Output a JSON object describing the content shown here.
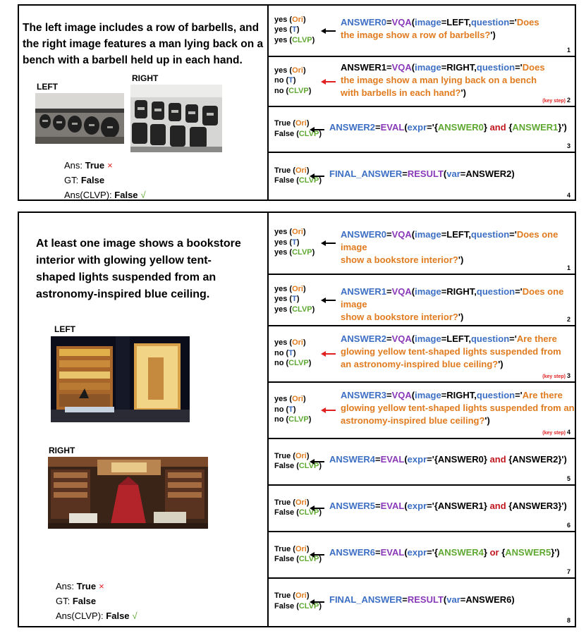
{
  "colors": {
    "ori": "#e07b1f",
    "t": "#3566b8",
    "clvp": "#5fa832",
    "variable": "#3d6fc4",
    "function": "#8a3ab9",
    "string": "#e07b1f",
    "operator": "#c0181e",
    "key_arrow": "#e02020"
  },
  "panel1": {
    "claim": "The left image includes a row of barbells, and the right image features a man lying back on a bench with a barbell held up in each hand.",
    "left_label": "LEFT",
    "right_label": "RIGHT",
    "result": {
      "ans_prefix": "Ans: ",
      "ans_value": "True",
      "ans_mark": "×",
      "gt_prefix": "GT: ",
      "gt_value": "False",
      "clvp_prefix": "Ans(CLVP): ",
      "clvp_value": "False",
      "clvp_mark": "√"
    },
    "steps": [
      {
        "number": "1",
        "key": false,
        "status": [
          [
            "yes ",
            "Ori",
            "ori"
          ],
          [
            "yes ",
            "T",
            "t"
          ],
          [
            "yes ",
            "CLVP",
            "clvp"
          ]
        ]
      },
      {
        "number": "2",
        "key": true,
        "key_label": "(key step)",
        "status": [
          [
            "yes ",
            "Ori",
            "ori"
          ],
          [
            "no ",
            "T",
            "t"
          ],
          [
            "no ",
            "CLVP",
            "clvp"
          ]
        ]
      },
      {
        "number": "3",
        "key": false,
        "status": [
          [
            "True ",
            "Ori",
            "ori"
          ],
          [
            "False ",
            "CLVP",
            "clvp"
          ]
        ]
      },
      {
        "number": "4",
        "key": false,
        "status": [
          [
            "True ",
            "Ori",
            "ori"
          ],
          [
            "False ",
            "CLVP",
            "clvp"
          ]
        ]
      }
    ]
  },
  "panel2": {
    "claim": "At least one image shows a bookstore interior with glowing yellow tent-shaped lights suspended from an astronomy-inspired blue ceiling.",
    "left_label": "LEFT",
    "right_label": "RIGHT",
    "result": {
      "ans_prefix": "Ans: ",
      "ans_value": "True",
      "ans_mark": "×",
      "gt_prefix": "GT: ",
      "gt_value": "False",
      "clvp_prefix": "Ans(CLVP): ",
      "clvp_value": "False",
      "clvp_mark": "√"
    },
    "steps": [
      {
        "number": "1",
        "key": false,
        "status": [
          [
            "yes ",
            "Ori",
            "ori"
          ],
          [
            "yes ",
            "T",
            "t"
          ],
          [
            "yes ",
            "CLVP",
            "clvp"
          ]
        ]
      },
      {
        "number": "2",
        "key": false,
        "status": [
          [
            "yes ",
            "Ori",
            "ori"
          ],
          [
            "yes ",
            "T",
            "t"
          ],
          [
            "yes ",
            "CLVP",
            "clvp"
          ]
        ]
      },
      {
        "number": "3",
        "key": true,
        "key_label": "(key step)",
        "status": [
          [
            "yes ",
            "Ori",
            "ori"
          ],
          [
            "no ",
            "T",
            "t"
          ],
          [
            "no ",
            "CLVP",
            "clvp"
          ]
        ]
      },
      {
        "number": "4",
        "key": true,
        "key_label": "(key step)",
        "status": [
          [
            "yes ",
            "Ori",
            "ori"
          ],
          [
            "no ",
            "T",
            "t"
          ],
          [
            "no ",
            "CLVP",
            "clvp"
          ]
        ]
      },
      {
        "number": "5",
        "key": false,
        "status": [
          [
            "True ",
            "Ori",
            "ori"
          ],
          [
            "False ",
            "CLVP",
            "clvp"
          ]
        ]
      },
      {
        "number": "6",
        "key": false,
        "status": [
          [
            "True ",
            "Ori",
            "ori"
          ],
          [
            "False ",
            "CLVP",
            "clvp"
          ]
        ]
      },
      {
        "number": "7",
        "key": false,
        "status": [
          [
            "True ",
            "Ori",
            "ori"
          ],
          [
            "False ",
            "CLVP",
            "clvp"
          ]
        ]
      },
      {
        "number": "8",
        "key": false,
        "status": [
          [
            "True ",
            "Ori",
            "ori"
          ],
          [
            "False ",
            "CLVP",
            "clvp"
          ]
        ]
      }
    ]
  },
  "code": {
    "p1s1": {
      "line1": [
        [
          "ANSWER0",
          "var"
        ],
        [
          "=",
          "plain"
        ],
        [
          "VQA",
          "fn"
        ],
        [
          "(",
          "plain"
        ],
        [
          "image",
          "var"
        ],
        [
          "=LEFT,",
          "plain"
        ],
        [
          "question",
          "var"
        ],
        [
          "='",
          "plain"
        ],
        [
          "Does",
          "str"
        ]
      ],
      "line2": [
        [
          "the image show a row of barbells?",
          "str"
        ],
        [
          "')",
          "plain"
        ]
      ]
    },
    "p1s2": {
      "line1": [
        [
          "ANSWER1=",
          "plain"
        ],
        [
          "VQA",
          "fn"
        ],
        [
          "(",
          "plain"
        ],
        [
          "image",
          "var"
        ],
        [
          "=RIGHT,",
          "plain"
        ],
        [
          "question",
          "var"
        ],
        [
          "='",
          "plain"
        ],
        [
          "Does",
          "str"
        ]
      ],
      "line2": [
        [
          "the image show a man lying back on a bench",
          "str"
        ]
      ],
      "line3": [
        [
          "with barbells in each hand?",
          "str"
        ],
        [
          "')",
          "plain"
        ]
      ]
    },
    "p1s3": {
      "line1": [
        [
          "ANSWER2",
          "var"
        ],
        [
          "=",
          "plain"
        ],
        [
          "EVAL",
          "fn"
        ],
        [
          "(",
          "plain"
        ],
        [
          "expr",
          "var"
        ],
        [
          "='{",
          "plain"
        ],
        [
          "ANSWER0",
          "green"
        ],
        [
          "} ",
          "plain"
        ],
        [
          "and",
          "op"
        ],
        [
          " {",
          "plain"
        ],
        [
          "ANSWER1",
          "green"
        ],
        [
          "}')",
          "plain"
        ]
      ]
    },
    "p1s4": {
      "line1": [
        [
          "FINAL_ANSWER",
          "var"
        ],
        [
          "=",
          "plain"
        ],
        [
          "RESULT",
          "fn"
        ],
        [
          "(",
          "plain"
        ],
        [
          "var",
          "var"
        ],
        [
          "=ANSWER2)",
          "plain"
        ]
      ]
    },
    "p2s1": {
      "line1": [
        [
          "ANSWER0",
          "var"
        ],
        [
          "=",
          "plain"
        ],
        [
          "VQA",
          "fn"
        ],
        [
          "(",
          "plain"
        ],
        [
          "image",
          "var"
        ],
        [
          "=LEFT,",
          "plain"
        ],
        [
          "question",
          "var"
        ],
        [
          "='",
          "plain"
        ],
        [
          "Does one image",
          "str"
        ]
      ],
      "line2": [
        [
          "show a bookstore interior?",
          "str"
        ],
        [
          "')",
          "plain"
        ]
      ]
    },
    "p2s2": {
      "line1": [
        [
          "ANSWER1",
          "var"
        ],
        [
          "=",
          "plain"
        ],
        [
          "VQA",
          "fn"
        ],
        [
          "(",
          "plain"
        ],
        [
          "image",
          "var"
        ],
        [
          "=RIGHT,",
          "plain"
        ],
        [
          "question",
          "var"
        ],
        [
          "='",
          "plain"
        ],
        [
          "Does one image",
          "str"
        ]
      ],
      "line2": [
        [
          "show a bookstore interior?",
          "str"
        ],
        [
          "')",
          "plain"
        ]
      ]
    },
    "p2s3": {
      "line1": [
        [
          "ANSWER2",
          "var"
        ],
        [
          "=",
          "plain"
        ],
        [
          "VQA",
          "fn"
        ],
        [
          "(",
          "plain"
        ],
        [
          "image",
          "var"
        ],
        [
          "=LEFT,",
          "plain"
        ],
        [
          "question",
          "var"
        ],
        [
          "='",
          "plain"
        ],
        [
          "Are there",
          "str"
        ]
      ],
      "line2": [
        [
          "glowing yellow tent-shaped lights suspended from",
          "str"
        ]
      ],
      "line3": [
        [
          "an astronomy-inspired blue ceiling?",
          "str"
        ],
        [
          "')",
          "plain"
        ]
      ]
    },
    "p2s4": {
      "line1": [
        [
          "ANSWER3",
          "var"
        ],
        [
          "=",
          "plain"
        ],
        [
          "VQA",
          "fn"
        ],
        [
          "(",
          "plain"
        ],
        [
          "image",
          "var"
        ],
        [
          "=RIGHT,",
          "plain"
        ],
        [
          "question",
          "var"
        ],
        [
          "='",
          "plain"
        ],
        [
          "Are there",
          "str"
        ]
      ],
      "line2": [
        [
          "glowing yellow tent-shaped lights suspended from an",
          "str"
        ]
      ],
      "line3": [
        [
          "astronomy-inspired blue ceiling?",
          "str"
        ],
        [
          "')",
          "plain"
        ]
      ]
    },
    "p2s5": {
      "line1": [
        [
          "ANSWER4",
          "var"
        ],
        [
          "=",
          "plain"
        ],
        [
          "EVAL",
          "fn"
        ],
        [
          "(",
          "plain"
        ],
        [
          "expr",
          "var"
        ],
        [
          "='{ANSWER0} ",
          "plain"
        ],
        [
          "and",
          "op"
        ],
        [
          " {ANSWER2}')",
          "plain"
        ]
      ]
    },
    "p2s6": {
      "line1": [
        [
          "ANSWER5",
          "var"
        ],
        [
          "=",
          "plain"
        ],
        [
          "EVAL",
          "fn"
        ],
        [
          "(",
          "plain"
        ],
        [
          "expr",
          "var"
        ],
        [
          "='{ANSWER1} ",
          "plain"
        ],
        [
          "and",
          "op"
        ],
        [
          " {ANSWER3}')",
          "plain"
        ]
      ]
    },
    "p2s7": {
      "line1": [
        [
          "ANSWER6",
          "var"
        ],
        [
          "=",
          "plain"
        ],
        [
          "EVAL",
          "fn"
        ],
        [
          "(",
          "plain"
        ],
        [
          "expr",
          "var"
        ],
        [
          "='{",
          "plain"
        ],
        [
          "ANSWER4",
          "green"
        ],
        [
          "} ",
          "plain"
        ],
        [
          "or",
          "op"
        ],
        [
          " {",
          "plain"
        ],
        [
          "ANSWER5",
          "green"
        ],
        [
          "}')",
          "plain"
        ]
      ]
    },
    "p2s8": {
      "line1": [
        [
          "FINAL_ANSWER",
          "var"
        ],
        [
          "=",
          "plain"
        ],
        [
          "RESULT",
          "fn"
        ],
        [
          "(",
          "plain"
        ],
        [
          "var",
          "var"
        ],
        [
          "=ANSWER6)",
          "plain"
        ]
      ]
    }
  }
}
